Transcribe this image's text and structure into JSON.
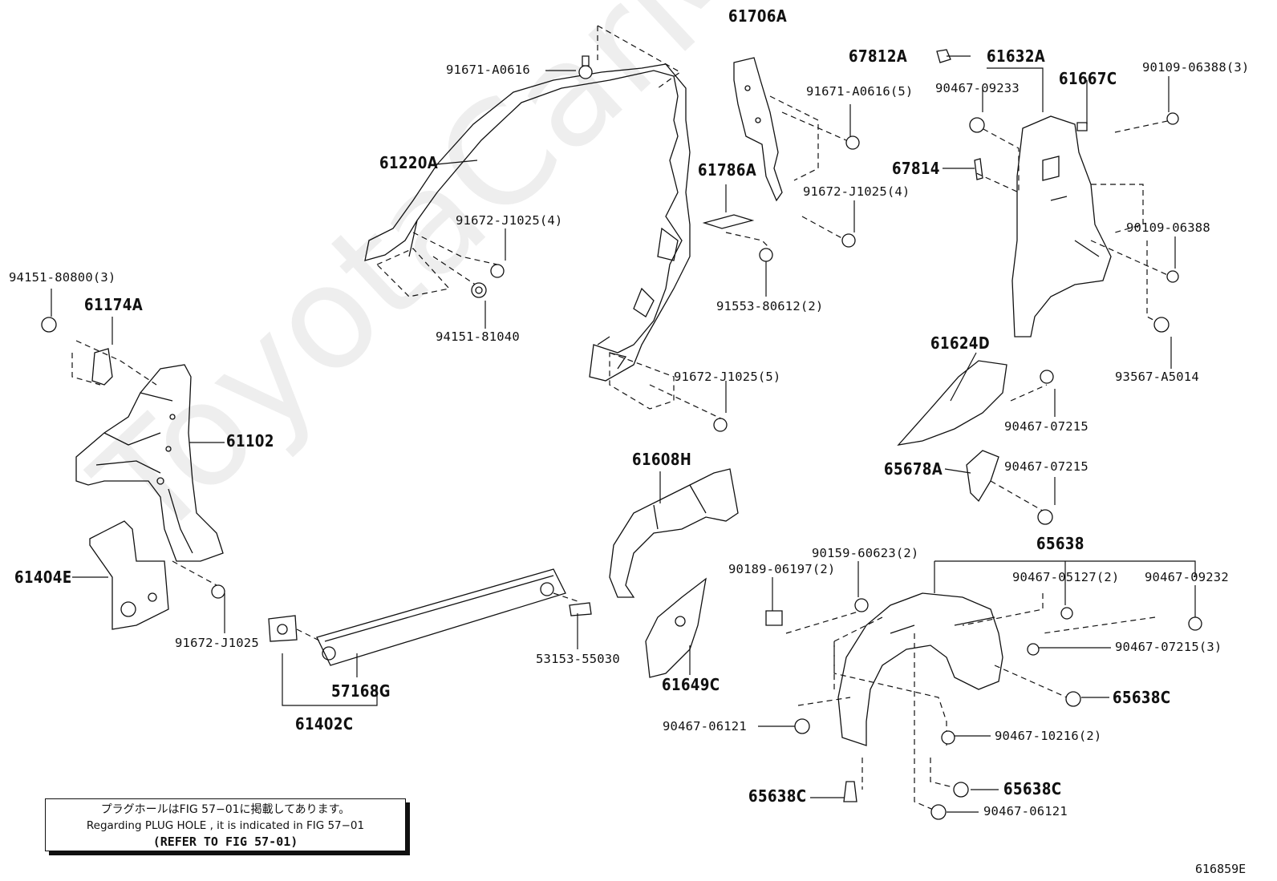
{
  "watermark": "ToyotaCarMine.ru",
  "figure_code": "616859E",
  "note": {
    "line1": "プラグホールはFIG 57−01に掲載してあります。",
    "line2": "Regarding PLUG HOLE , it is indicated in FIG 57−01",
    "line3": "(REFER TO FIG 57-01)"
  },
  "parts": [
    {
      "id": "p61706A",
      "code": "61706A",
      "size": "big"
    },
    {
      "id": "p67812A",
      "code": "67812A",
      "size": "big"
    },
    {
      "id": "p61632A",
      "code": "61632A",
      "size": "big"
    },
    {
      "id": "p61667C",
      "code": "61667C",
      "size": "big"
    },
    {
      "id": "p90109_06388_3",
      "code": "90109-06388(3)",
      "size": "sm"
    },
    {
      "id": "p91671_A0616",
      "code": "91671-A0616",
      "size": "sm"
    },
    {
      "id": "p91671_A0616_5",
      "code": "91671-A0616(5)",
      "size": "sm"
    },
    {
      "id": "p90467_09233",
      "code": "90467-09233",
      "size": "sm"
    },
    {
      "id": "p61220A",
      "code": "61220A",
      "size": "big"
    },
    {
      "id": "p61786A",
      "code": "61786A",
      "size": "big"
    },
    {
      "id": "p67814",
      "code": "67814",
      "size": "big"
    },
    {
      "id": "p91672_J1025_4a",
      "code": "91672-J1025(4)",
      "size": "sm"
    },
    {
      "id": "p91672_J1025_4b",
      "code": "91672-J1025(4)",
      "size": "sm"
    },
    {
      "id": "p90109_06388",
      "code": "90109-06388",
      "size": "sm"
    },
    {
      "id": "p94151_80800_3",
      "code": "94151-80800(3)",
      "size": "sm"
    },
    {
      "id": "p61174A",
      "code": "61174A",
      "size": "big"
    },
    {
      "id": "p91553_80612_2",
      "code": "91553-80612(2)",
      "size": "sm"
    },
    {
      "id": "p94151_81040",
      "code": "94151-81040",
      "size": "sm"
    },
    {
      "id": "p61624D",
      "code": "61624D",
      "size": "big"
    },
    {
      "id": "p93567_A5014",
      "code": "93567-A5014",
      "size": "sm"
    },
    {
      "id": "p91672_J1025_5",
      "code": "91672-J1025(5)",
      "size": "sm"
    },
    {
      "id": "p90467_07215a",
      "code": "90467-07215",
      "size": "sm"
    },
    {
      "id": "p61102",
      "code": "61102",
      "size": "big"
    },
    {
      "id": "p61608H",
      "code": "61608H",
      "size": "big"
    },
    {
      "id": "p65678A",
      "code": "65678A",
      "size": "big"
    },
    {
      "id": "p90467_07215b",
      "code": "90467-07215",
      "size": "sm"
    },
    {
      "id": "p65638",
      "code": "65638",
      "size": "big"
    },
    {
      "id": "p90159_60623_2",
      "code": "90159-60623(2)",
      "size": "sm"
    },
    {
      "id": "p61404E",
      "code": "61404E",
      "size": "big"
    },
    {
      "id": "p90189_06197_2",
      "code": "90189-06197(2)",
      "size": "sm"
    },
    {
      "id": "p90467_05127_2",
      "code": "90467-05127(2)",
      "size": "sm"
    },
    {
      "id": "p90467_09232",
      "code": "90467-09232",
      "size": "sm"
    },
    {
      "id": "p91672_J1025",
      "code": "91672-J1025",
      "size": "sm"
    },
    {
      "id": "p90467_07215_3",
      "code": "90467-07215(3)",
      "size": "sm"
    },
    {
      "id": "p53153_55030",
      "code": "53153-55030",
      "size": "sm"
    },
    {
      "id": "p61649C",
      "code": "61649C",
      "size": "big"
    },
    {
      "id": "p57168G",
      "code": "57168G",
      "size": "big"
    },
    {
      "id": "p65638C_a",
      "code": "65638C",
      "size": "big"
    },
    {
      "id": "p61402C",
      "code": "61402C",
      "size": "big"
    },
    {
      "id": "p90467_06121a",
      "code": "90467-06121",
      "size": "sm"
    },
    {
      "id": "p90467_10216_2",
      "code": "90467-10216(2)",
      "size": "sm"
    },
    {
      "id": "p65638C_b",
      "code": "65638C",
      "size": "big"
    },
    {
      "id": "p65638C_c",
      "code": "65638C",
      "size": "big"
    },
    {
      "id": "p90467_06121b",
      "code": "90467-06121",
      "size": "sm"
    }
  ]
}
